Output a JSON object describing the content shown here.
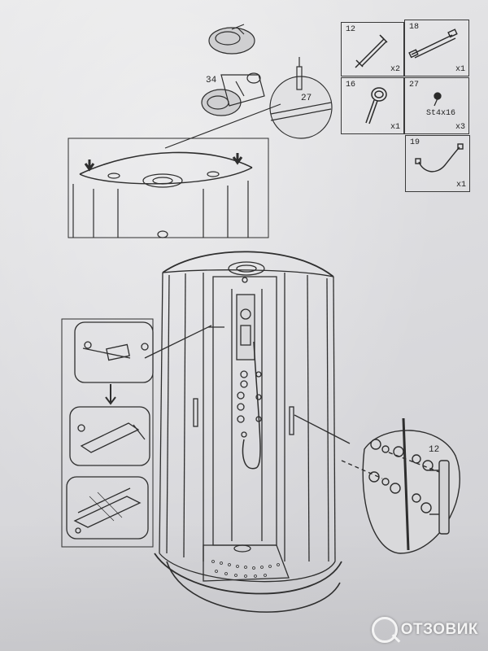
{
  "parts": [
    {
      "id": "part-12",
      "number": "12",
      "qty": "x2"
    },
    {
      "id": "part-18",
      "number": "18",
      "qty": "x1"
    },
    {
      "id": "part-16",
      "number": "16",
      "qty": "x1"
    },
    {
      "id": "part-27",
      "number": "27",
      "qty": "x3",
      "label": "St4x16"
    },
    {
      "id": "part-19",
      "number": "19",
      "qty": "x1"
    }
  ],
  "callouts": {
    "head_part": "34",
    "screw_part": "27",
    "handle_part": "12"
  },
  "watermark": {
    "text": "ОТЗОВИК"
  }
}
